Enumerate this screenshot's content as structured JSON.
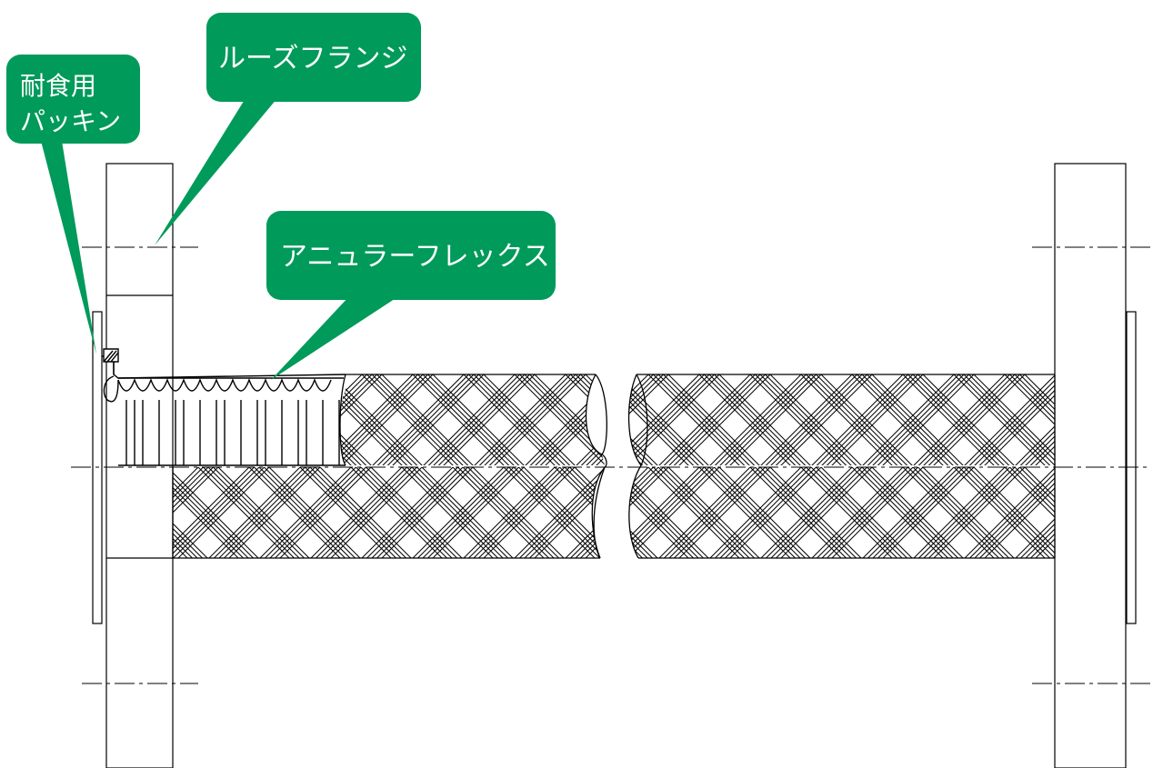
{
  "callouts": {
    "gasket_line1": "耐食用",
    "gasket_line2": "パッキン",
    "loose_flange": "ルーズフランジ",
    "annular_flex": "アニュラーフレックス"
  },
  "colors": {
    "callout_fill": "#009a5a",
    "line": "#000000",
    "background": "#ffffff"
  }
}
